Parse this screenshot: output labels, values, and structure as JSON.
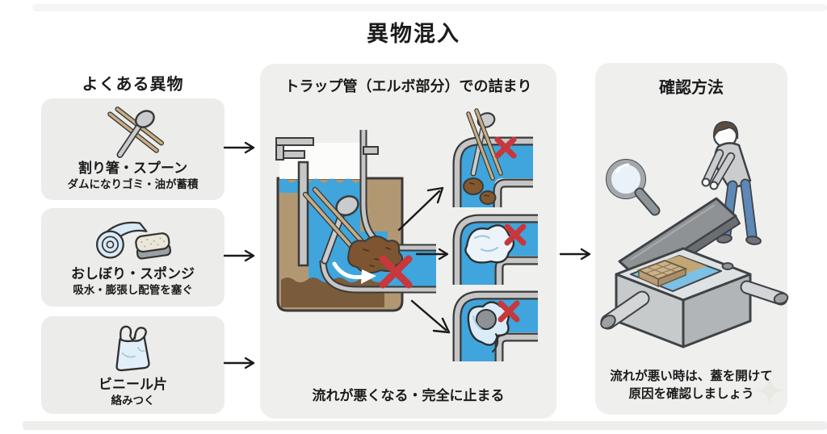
{
  "title": "異物混入",
  "left_column": {
    "header": "よくある異物",
    "items": [
      {
        "icon": "chopsticks-spoon-icon",
        "name": "割り箸・スプーン",
        "effect": "ダムになりゴミ・油が蓄積"
      },
      {
        "icon": "towel-sponge-icon",
        "name": "おしぼり・スポンジ",
        "effect": "吸水・膨張し配管を塞ぐ"
      },
      {
        "icon": "plastic-bag-icon",
        "name": "ビニール片",
        "effect": "絡みつく"
      }
    ]
  },
  "middle_panel": {
    "header": "トラップ管（エルボ部分）での詰まり",
    "caption": "流れが悪くなる・完全に止まる"
  },
  "right_panel": {
    "header": "確認方法",
    "caption_line1": "流れが悪い時は、蓋を開けて",
    "caption_line2": "原因を確認しましょう"
  },
  "colors": {
    "water_blue": "#3fa5dc",
    "sludge_brown": "#7d5530",
    "sediment_brown": "#7a5b3b",
    "tan": "#b29872",
    "pipe_gray": "#c6c6c6",
    "alert_red": "#c8373c",
    "panel_bg": "#efefee",
    "box_bg": "#ececeb",
    "jeans_blue": "#5d88b8",
    "text": "#1b1b1b"
  }
}
